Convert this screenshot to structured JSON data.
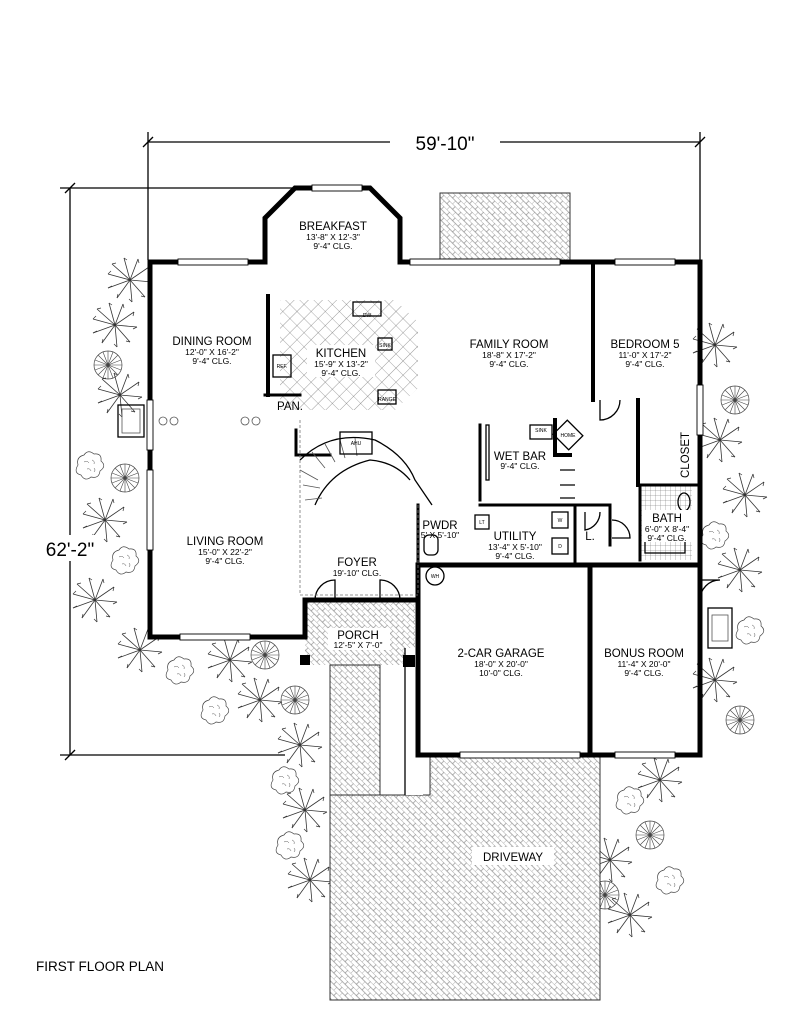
{
  "plan_title": "FIRST FLOOR PLAN",
  "dimensions": {
    "width": "59'-10\"",
    "depth": "62'-2\""
  },
  "rooms": {
    "breakfast": {
      "name": "BREAKFAST",
      "size": "13'-8\" X 12'-3\"",
      "ceiling": "9'-4\" CLG."
    },
    "dining": {
      "name": "DINING ROOM",
      "size": "12'-0\" X 16'-2\"",
      "ceiling": "9'-4\" CLG."
    },
    "kitchen": {
      "name": "KITCHEN",
      "size": "15'-9\" X 13'-2\"",
      "ceiling": "9'-4\" CLG."
    },
    "family": {
      "name": "FAMILY ROOM",
      "size": "18'-8\" X 17'-2\"",
      "ceiling": "9'-4\" CLG."
    },
    "bedroom5": {
      "name": "BEDROOM 5",
      "size": "11'-0\" X 17'-2\"",
      "ceiling": "9'-4\" CLG."
    },
    "wetbar": {
      "name": "WET BAR",
      "ceiling": "9'-4\" CLG."
    },
    "closet": {
      "name": "CLOSET"
    },
    "bath": {
      "name": "BATH",
      "size": "6'-0\" X 8'-4\"",
      "ceiling": "9'-4\" CLG."
    },
    "pwdr": {
      "name": "PWDR",
      "size": "5' X 5'-10\""
    },
    "utility": {
      "name": "UTILITY",
      "size": "13'-4\" X 5'-10\"",
      "ceiling": "9'-4\" CLG."
    },
    "living": {
      "name": "LIVING ROOM",
      "size": "15'-0\" X 22'-2\"",
      "ceiling": "9'-4\" CLG."
    },
    "foyer": {
      "name": "FOYER",
      "ceiling": "19'-10\" CLG."
    },
    "porch": {
      "name": "PORCH",
      "size": "12'-5\" X 7'-0\""
    },
    "garage": {
      "name": "2-CAR GARAGE",
      "size": "18'-0\" X 20'-0\"",
      "ceiling": "10'-0\" CLG."
    },
    "bonus": {
      "name": "BONUS ROOM",
      "size": "11'-4\" X 20'-0\"",
      "ceiling": "9'-4\" CLG."
    },
    "pantry": {
      "name": "PAN."
    },
    "linen": {
      "name": "L."
    },
    "driveway": {
      "name": "DRIVEWAY"
    }
  },
  "fixtures": {
    "ref": "REF.",
    "dw": "DW",
    "sink": "SINK",
    "range": "RANGE",
    "ahu": "AHU",
    "wh": "WH",
    "w": "W",
    "d": "D",
    "lt": "LT",
    "home": "HOME"
  }
}
